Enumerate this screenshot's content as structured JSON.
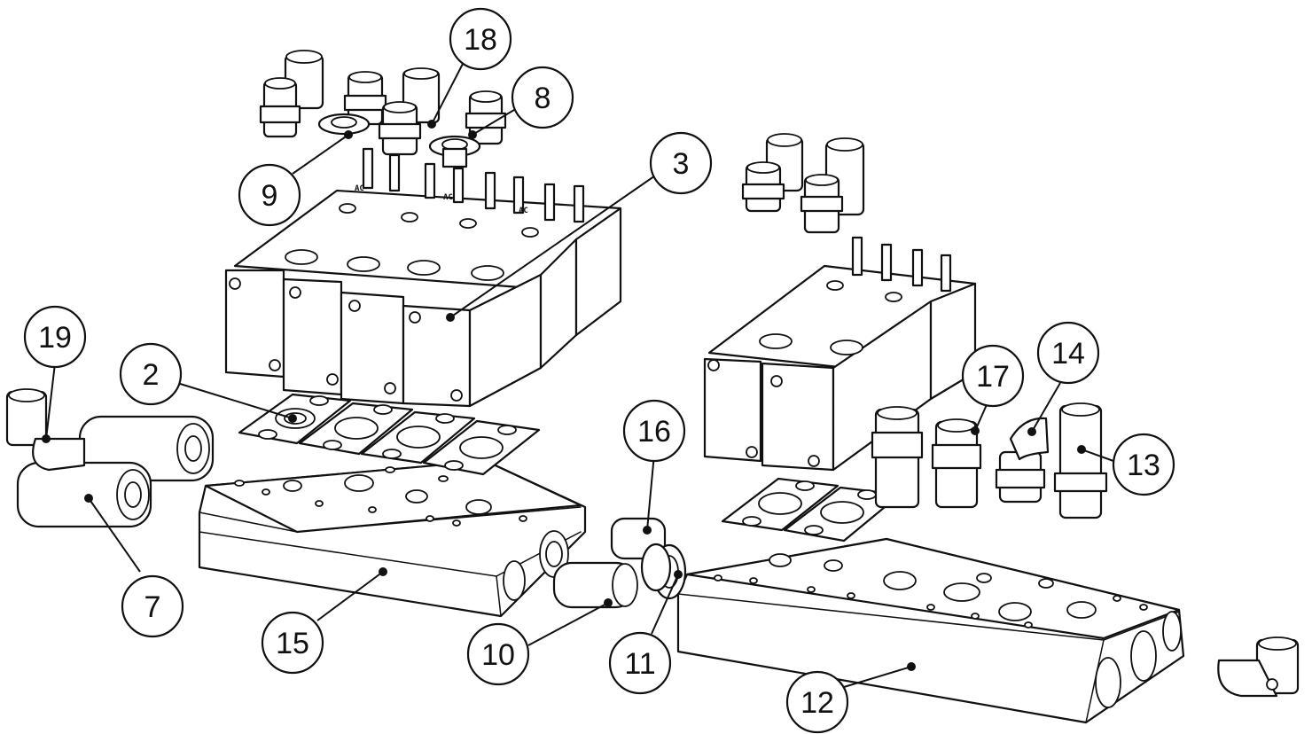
{
  "figure": {
    "type": "exploded-assembly",
    "callouts": [
      {
        "id": "c18",
        "label": "18"
      },
      {
        "id": "c8",
        "label": "8"
      },
      {
        "id": "c9",
        "label": "9"
      },
      {
        "id": "c3",
        "label": "3"
      },
      {
        "id": "c19",
        "label": "19"
      },
      {
        "id": "c2",
        "label": "2"
      },
      {
        "id": "c16",
        "label": "16"
      },
      {
        "id": "c17",
        "label": "17"
      },
      {
        "id": "c14",
        "label": "14"
      },
      {
        "id": "c13",
        "label": "13"
      },
      {
        "id": "c7",
        "label": "7"
      },
      {
        "id": "c15",
        "label": "15"
      },
      {
        "id": "c10",
        "label": "10"
      },
      {
        "id": "c11",
        "label": "11"
      },
      {
        "id": "c12",
        "label": "12"
      }
    ]
  }
}
